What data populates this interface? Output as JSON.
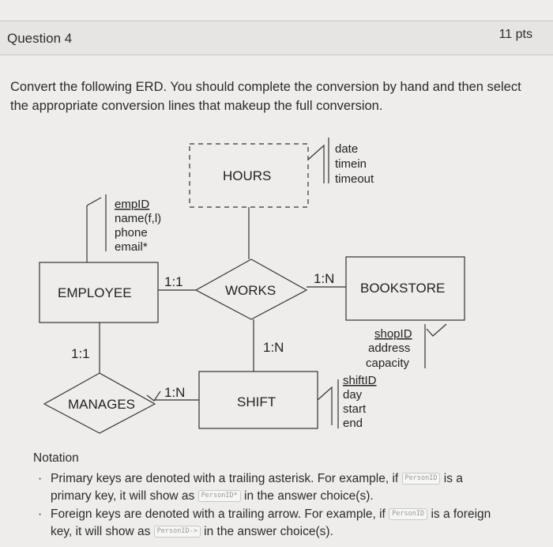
{
  "question": {
    "title": "Question 4",
    "points": "11 pts"
  },
  "prompt": "Convert the following ERD. You should complete the conversion by hand and then select the appropriate conversion lines that makeup the full conversion.",
  "erd": {
    "hours": {
      "name": "HOURS",
      "attrs": [
        "date",
        "timein",
        "timeout"
      ]
    },
    "employee": {
      "name": "EMPLOYEE",
      "pk": "empID",
      "attrs": [
        "name(f,l)",
        "phone",
        "email*"
      ]
    },
    "works": {
      "name": "WORKS"
    },
    "bookstore": {
      "name": "BOOKSTORE",
      "pk": "shopID",
      "attrs": [
        "address",
        "capacity"
      ]
    },
    "manages": {
      "name": "MANAGES"
    },
    "shift": {
      "name": "SHIFT",
      "pk": "shiftID",
      "attrs": [
        "day",
        "start",
        "end"
      ]
    },
    "cardinalities": {
      "emp_works": "1:1",
      "works_bookstore": "1:N",
      "works_shift": "1:N",
      "emp_manages": "1:1",
      "manages_shift": "1:N"
    }
  },
  "notation": {
    "title": "Notation",
    "pk_line_a": "Primary keys are denoted with a trailing asterisk. For example, if",
    "pk_code1": "PersonID",
    "pk_line_b": "is a",
    "pk_line_c": "primary key, it will show as",
    "pk_code2": "PersonID*",
    "pk_line_d": "in the answer choice(s).",
    "fk_line_a": "Foreign keys are denoted with a trailing arrow. For example, if",
    "fk_code1": "PersonID",
    "fk_line_b": "is a foreign",
    "fk_line_c": "key, it will show as",
    "fk_code2": "PersonID->",
    "fk_line_d": "in the answer choice(s)."
  }
}
